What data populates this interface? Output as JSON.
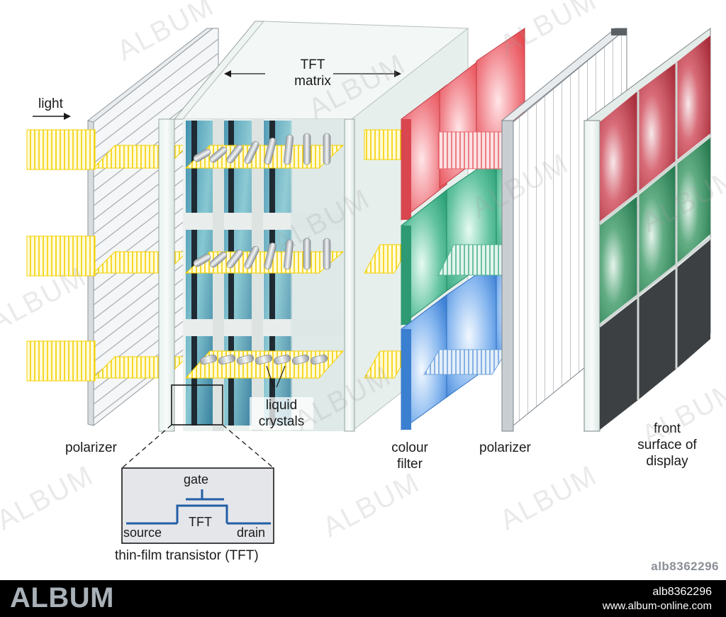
{
  "labels": {
    "light": "light",
    "tft_matrix": [
      "TFT",
      "matrix"
    ],
    "liquid_crystals": [
      "liquid",
      "crystals"
    ],
    "polarizer_left": "polarizer",
    "colour_filter": [
      "colour",
      "filter"
    ],
    "polarizer_right": "polarizer",
    "front_surface": [
      "front",
      "surface of",
      "display"
    ]
  },
  "inset": {
    "gate": "gate",
    "tft": "TFT",
    "source": "source",
    "drain": "drain",
    "caption": "thin-film transistor (TFT)"
  },
  "watermark": {
    "text": "ALBUM",
    "image_id": "alb8362296",
    "footer_id": "alb8362296",
    "footer_url": "www.album-online.com"
  },
  "colors": {
    "light_beam": "#f5d000",
    "red_filter": "#e8484f",
    "green_filter": "#2fa37a",
    "blue_filter": "#3f82d6",
    "red_pixel": "#b5323e",
    "green_pixel": "#2d8a5a",
    "off_pixel": "#3d4043"
  }
}
